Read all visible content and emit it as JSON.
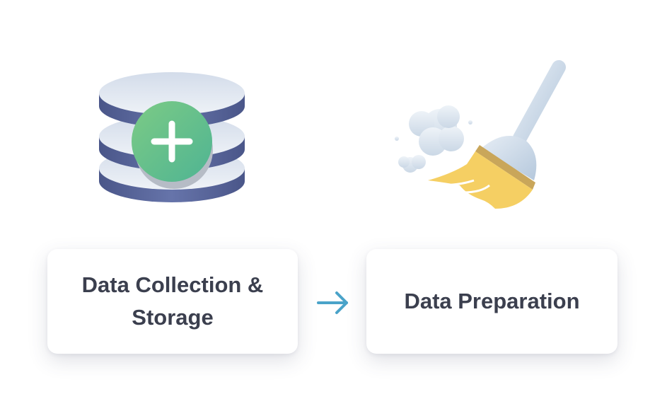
{
  "steps": [
    {
      "label_line1": "Data Collection &",
      "label_line2": "Storage",
      "icon": "database-add-icon"
    },
    {
      "label": "Data Preparation",
      "icon": "broom-icon"
    }
  ],
  "connector": {
    "icon": "arrow-right-icon",
    "color": "#4aa3c9"
  },
  "colors": {
    "disk_side": "#5b6aa0",
    "disk_top": "#e4ebf3",
    "plus_circle": "#6cc08a",
    "broom_bristles": "#f5cf63",
    "text": "#3b3f4e"
  }
}
